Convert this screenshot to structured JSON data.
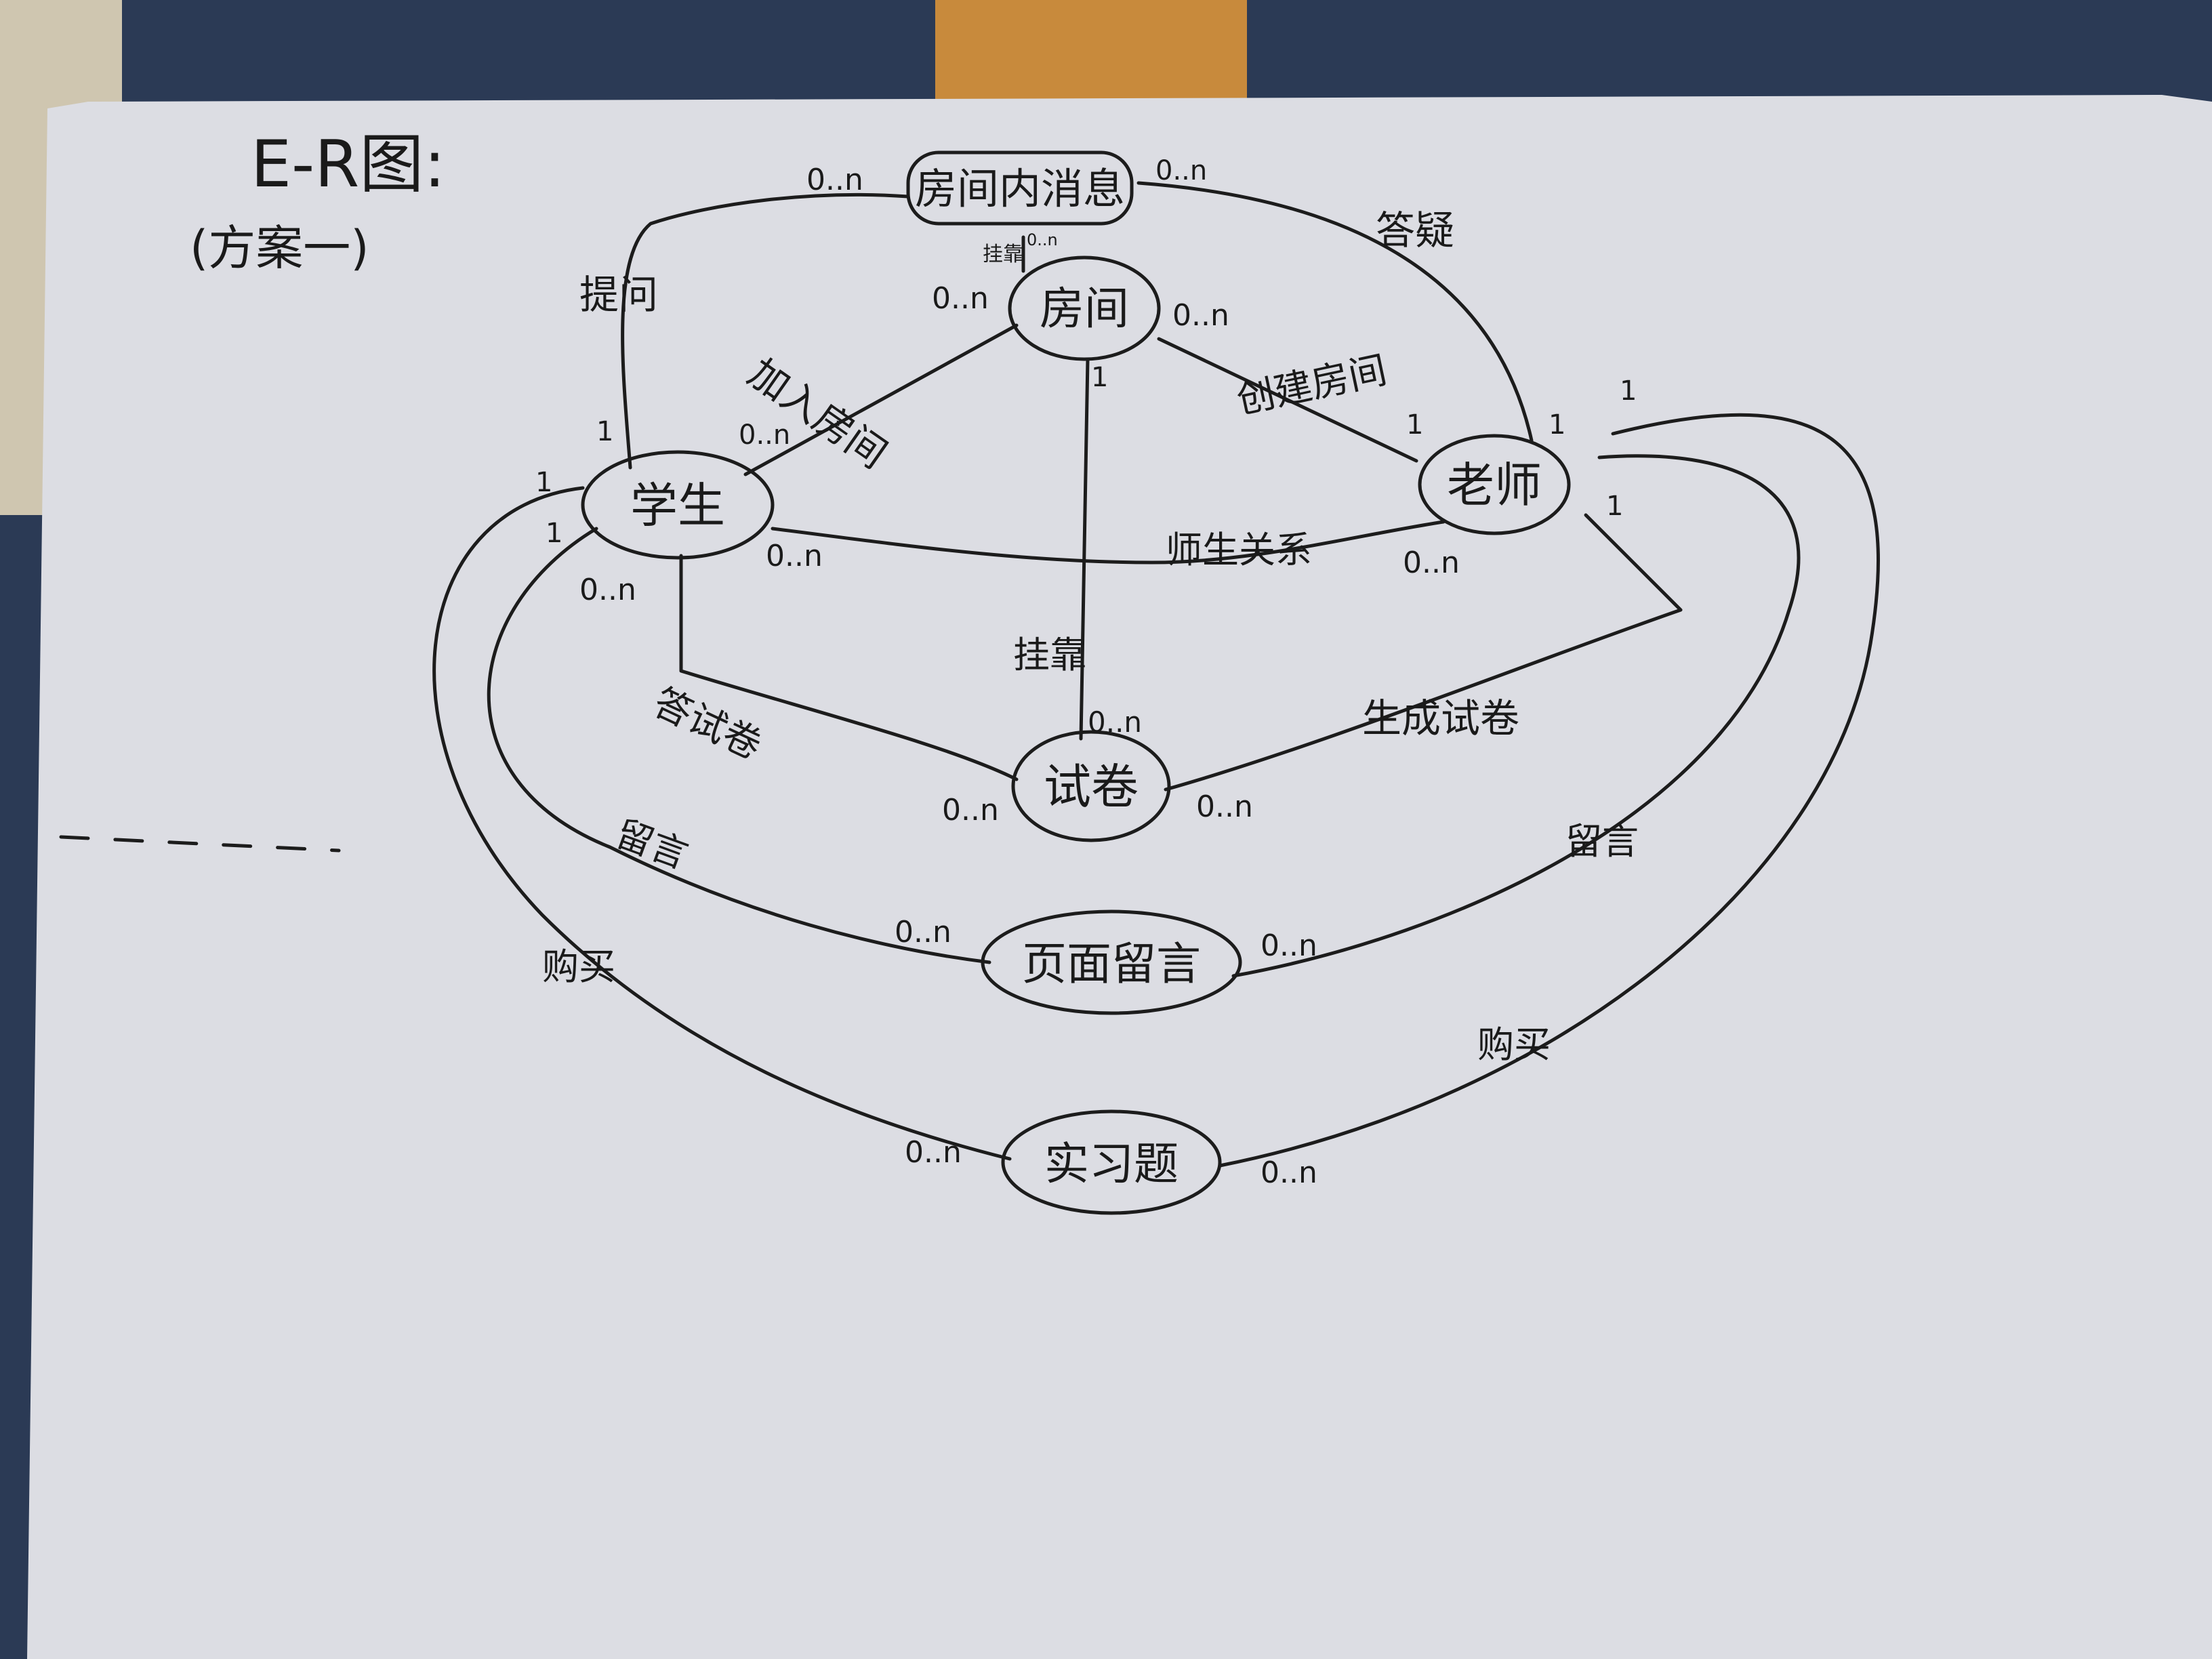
{
  "colors": {
    "background": "#2b3a55",
    "paper": "#dcdde3",
    "ink": "#1c1c1c",
    "wood": "#c88a3c"
  },
  "title": "E-R图:",
  "subtitle": "(方案一)",
  "entities": {
    "room_message": "房间内消息",
    "room": "房间",
    "student": "学生",
    "teacher": "老师",
    "exam": "试卷",
    "page_message": "页面留言",
    "practice_question": "实习题"
  },
  "relations": {
    "ask": "提问",
    "answer": "答疑",
    "join_room": "加入房间",
    "create_room": "创建房间",
    "teacher_student": "师生关系",
    "attach": "挂靠",
    "attach_small": "挂靠",
    "answer_exam": "答试卷",
    "generate_exam": "生成试卷",
    "comment_left": "留言",
    "comment_right": "留言",
    "buy_left": "购买",
    "buy_right": "购买"
  },
  "cardinalities": {
    "msg_left": "0..n",
    "msg_right": "0..n",
    "msg_bottom": "0..n",
    "room_left": "0..n",
    "room_right": "0..n",
    "room_down": "1",
    "student_join": "0..n",
    "student_ask": "1",
    "student_left1": "1",
    "student_left2": "1",
    "student_rel": "0..n",
    "student_comment": "0..n",
    "teacher_create": "1",
    "teacher_answer": "1",
    "teacher_top": "1",
    "teacher_right": "1",
    "teacher_rel": "0..n",
    "exam_top": "0..n",
    "exam_left": "0..n",
    "exam_right": "0..n",
    "page_left": "0..n",
    "page_right": "0..n",
    "practice_left": "0..n",
    "practice_right": "0..n"
  }
}
